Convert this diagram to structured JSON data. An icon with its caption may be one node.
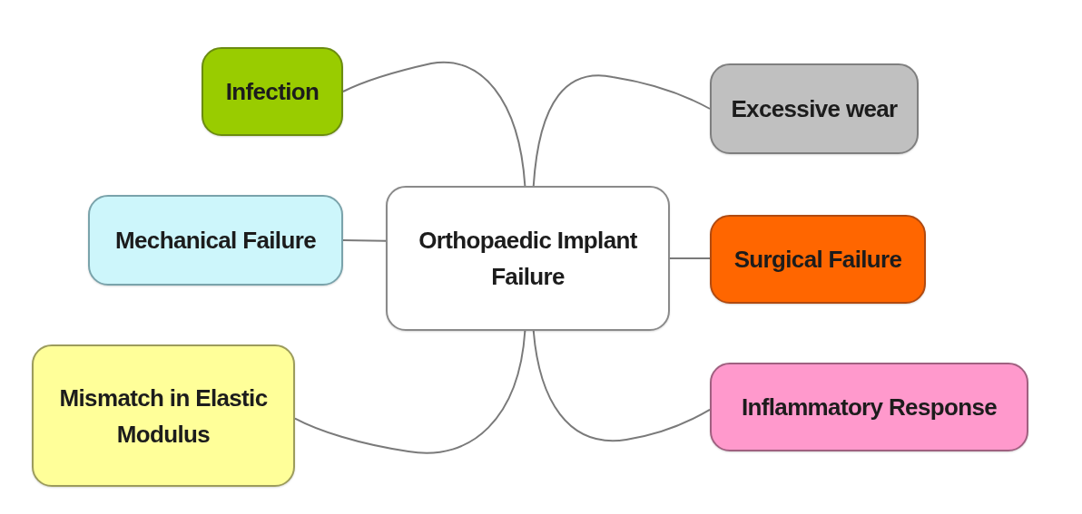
{
  "diagram": {
    "nodes": [
      {
        "text": [
          "Infection"
        ]
      },
      {
        "text": [
          "Excessive wear"
        ]
      },
      {
        "text": [
          "Mechanical Failure"
        ]
      },
      {
        "text": [
          "Orthopaedic Implant Failure"
        ]
      },
      {
        "text": [
          "Surgical Failure"
        ]
      },
      {
        "text": [
          "Mismatch in Elastic Modulus"
        ]
      },
      {
        "text": [
          "Inflammatory Response"
        ]
      }
    ],
    "edges": [
      {
        "from": 3,
        "to": 0,
        "arrow": "none"
      },
      {
        "from": 3,
        "to": 1,
        "arrow": "none"
      },
      {
        "from": 3,
        "to": 2,
        "arrow": "none"
      },
      {
        "from": 3,
        "to": 4,
        "arrow": "none"
      },
      {
        "from": 3,
        "to": 5,
        "arrow": "none"
      },
      {
        "from": 3,
        "to": 6,
        "arrow": "none"
      }
    ]
  }
}
